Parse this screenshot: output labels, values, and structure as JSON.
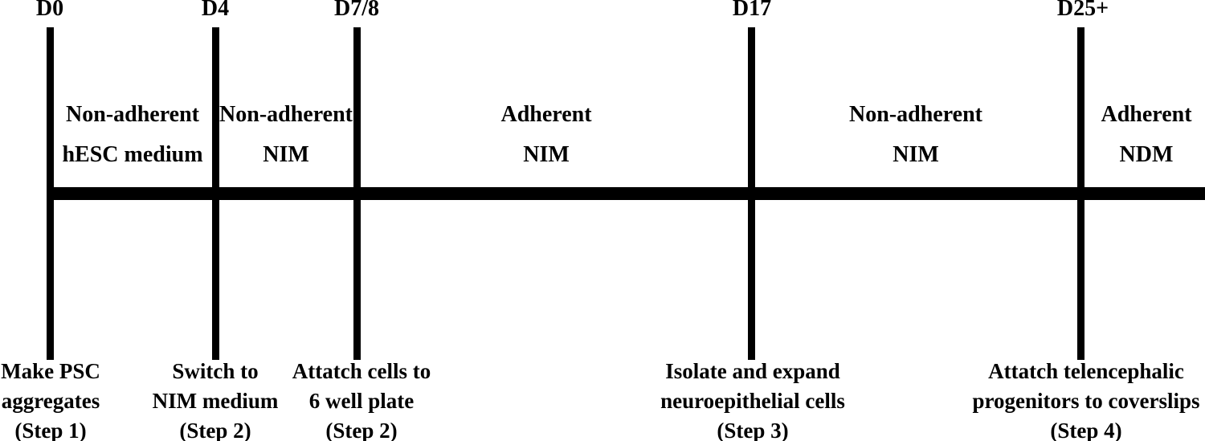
{
  "diagram": {
    "description": "Neural differentiation protocol timeline",
    "colors": {
      "line": "#000000",
      "text": "#000000",
      "background": "#ffffff"
    },
    "days": [
      {
        "label": "D0"
      },
      {
        "label": "D4"
      },
      {
        "label": "D7/8"
      },
      {
        "label": "D17"
      },
      {
        "label": "D25+"
      }
    ],
    "phases": [
      {
        "condition": "Non-adherent",
        "medium": "hESC medium"
      },
      {
        "condition": "Non-adherent",
        "medium": "NIM"
      },
      {
        "condition": "Adherent",
        "medium": "NIM"
      },
      {
        "condition": "Non-adherent",
        "medium": "NIM"
      },
      {
        "condition": "Adherent",
        "medium": "NDM"
      }
    ],
    "steps": [
      {
        "line1": "Make PSC",
        "line2": "aggregates",
        "line3": "(Step 1)"
      },
      {
        "line1": "Switch to",
        "line2": "NIM medium",
        "line3": "(Step 2)"
      },
      {
        "line1": "Attatch cells to",
        "line2": "6 well plate",
        "line3": "(Step 2)"
      },
      {
        "line1": "Isolate and expand",
        "line2": "neuroepithelial cells",
        "line3": "(Step 3)"
      },
      {
        "line1": "Attatch telencephalic",
        "line2": "progenitors to coverslips",
        "line3": "(Step 4)"
      }
    ]
  }
}
